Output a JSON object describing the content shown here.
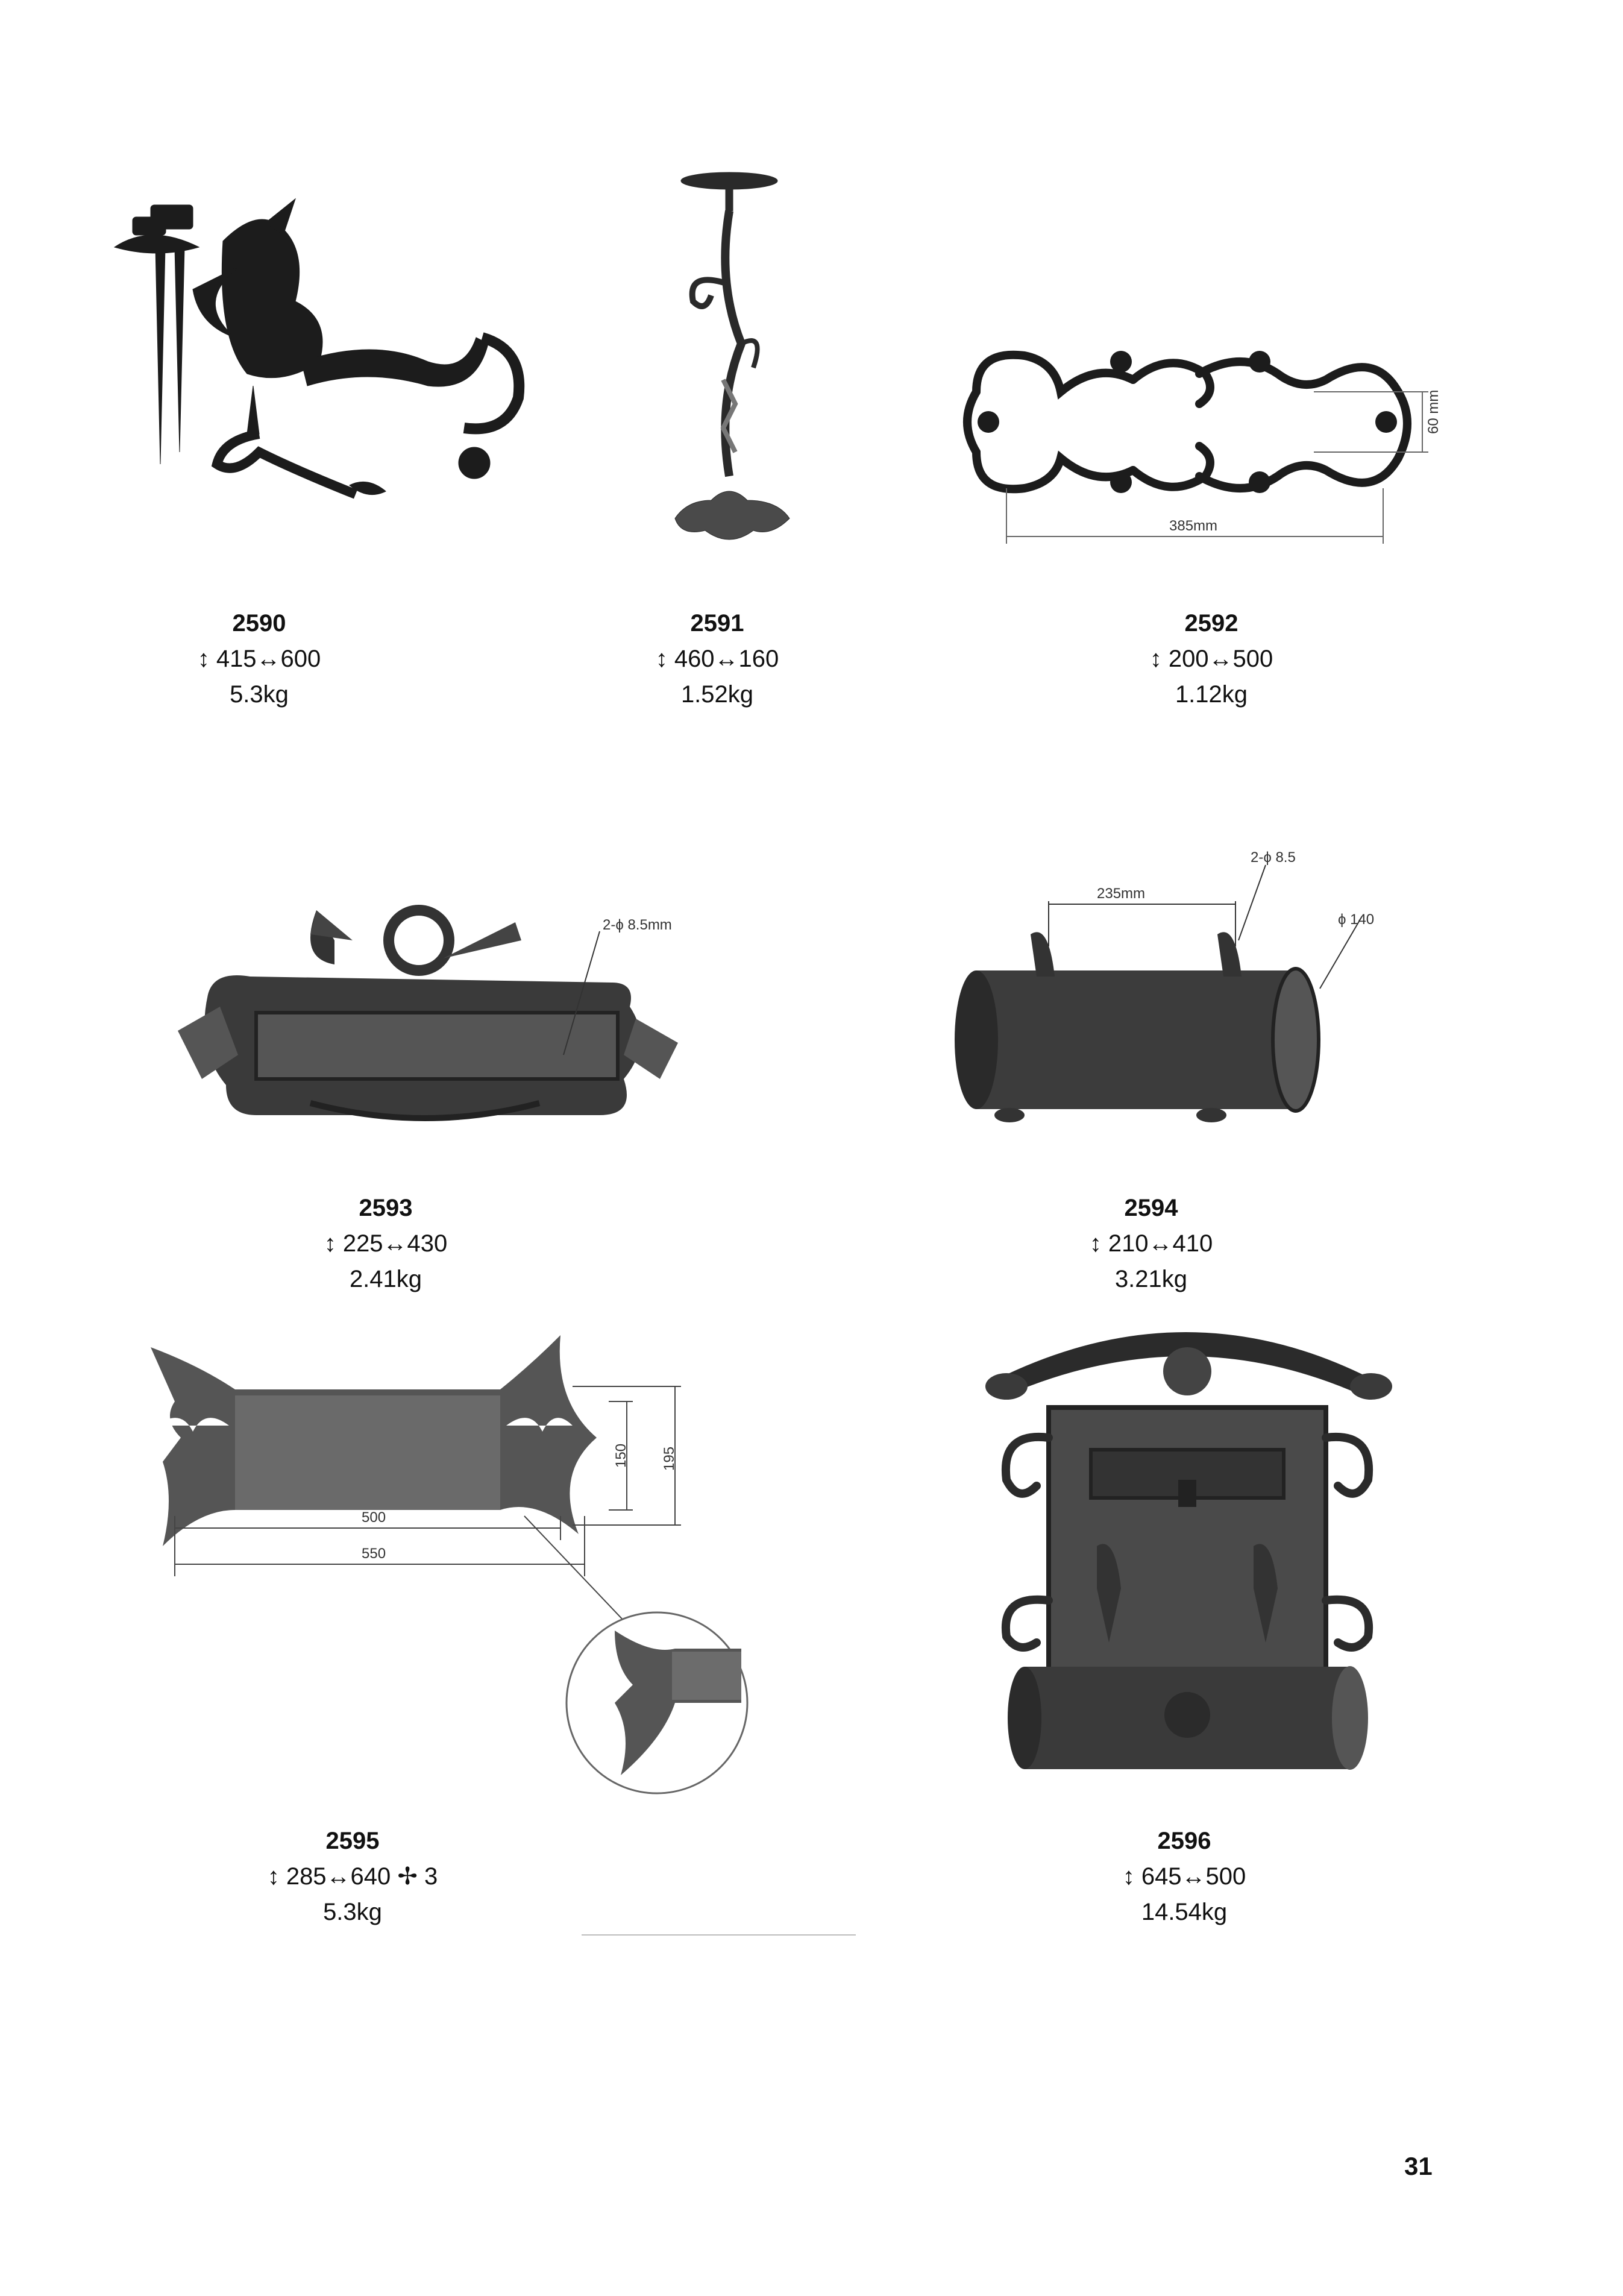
{
  "products": [
    {
      "code": "2590",
      "dims": "↕ 415↔600",
      "weight": "5.3kg",
      "image_icon": "dragon-candle-holder-icon"
    },
    {
      "code": "2591",
      "dims": "↕ 460↔160",
      "weight": "1.52kg",
      "image_icon": "candle-stand-icon"
    },
    {
      "code": "2592",
      "dims": "↕ 200↔500",
      "weight": "1.12kg",
      "image_icon": "scroll-ornament-icon"
    },
    {
      "code": "2593",
      "dims": "↕ 225↔430",
      "weight": "2.41kg",
      "image_icon": "letter-slot-plate-icon"
    },
    {
      "code": "2594",
      "dims": "↕ 210↔410",
      "weight": "3.21kg",
      "image_icon": "newspaper-roll-icon"
    },
    {
      "code": "2595",
      "dims": "↕ 285↔640 ✢ 3",
      "weight": "5.3kg",
      "image_icon": "mail-slot-flap-icon"
    },
    {
      "code": "2596",
      "dims": "↕ 645↔500",
      "weight": "14.54kg",
      "image_icon": "mailbox-icon"
    }
  ],
  "figure_labels": {
    "f2592_width": "385mm",
    "f2592_height": "60 mm",
    "f2593_hole": "2-ϕ 8.5mm",
    "f2594_spacing": "235mm",
    "f2594_hole": "2-ϕ 8.5",
    "f2594_diameter": "ϕ 140",
    "f2595_w1": "500",
    "f2595_w2": "550",
    "f2595_h1": "150",
    "f2595_h2": "195"
  },
  "page_number": "31"
}
